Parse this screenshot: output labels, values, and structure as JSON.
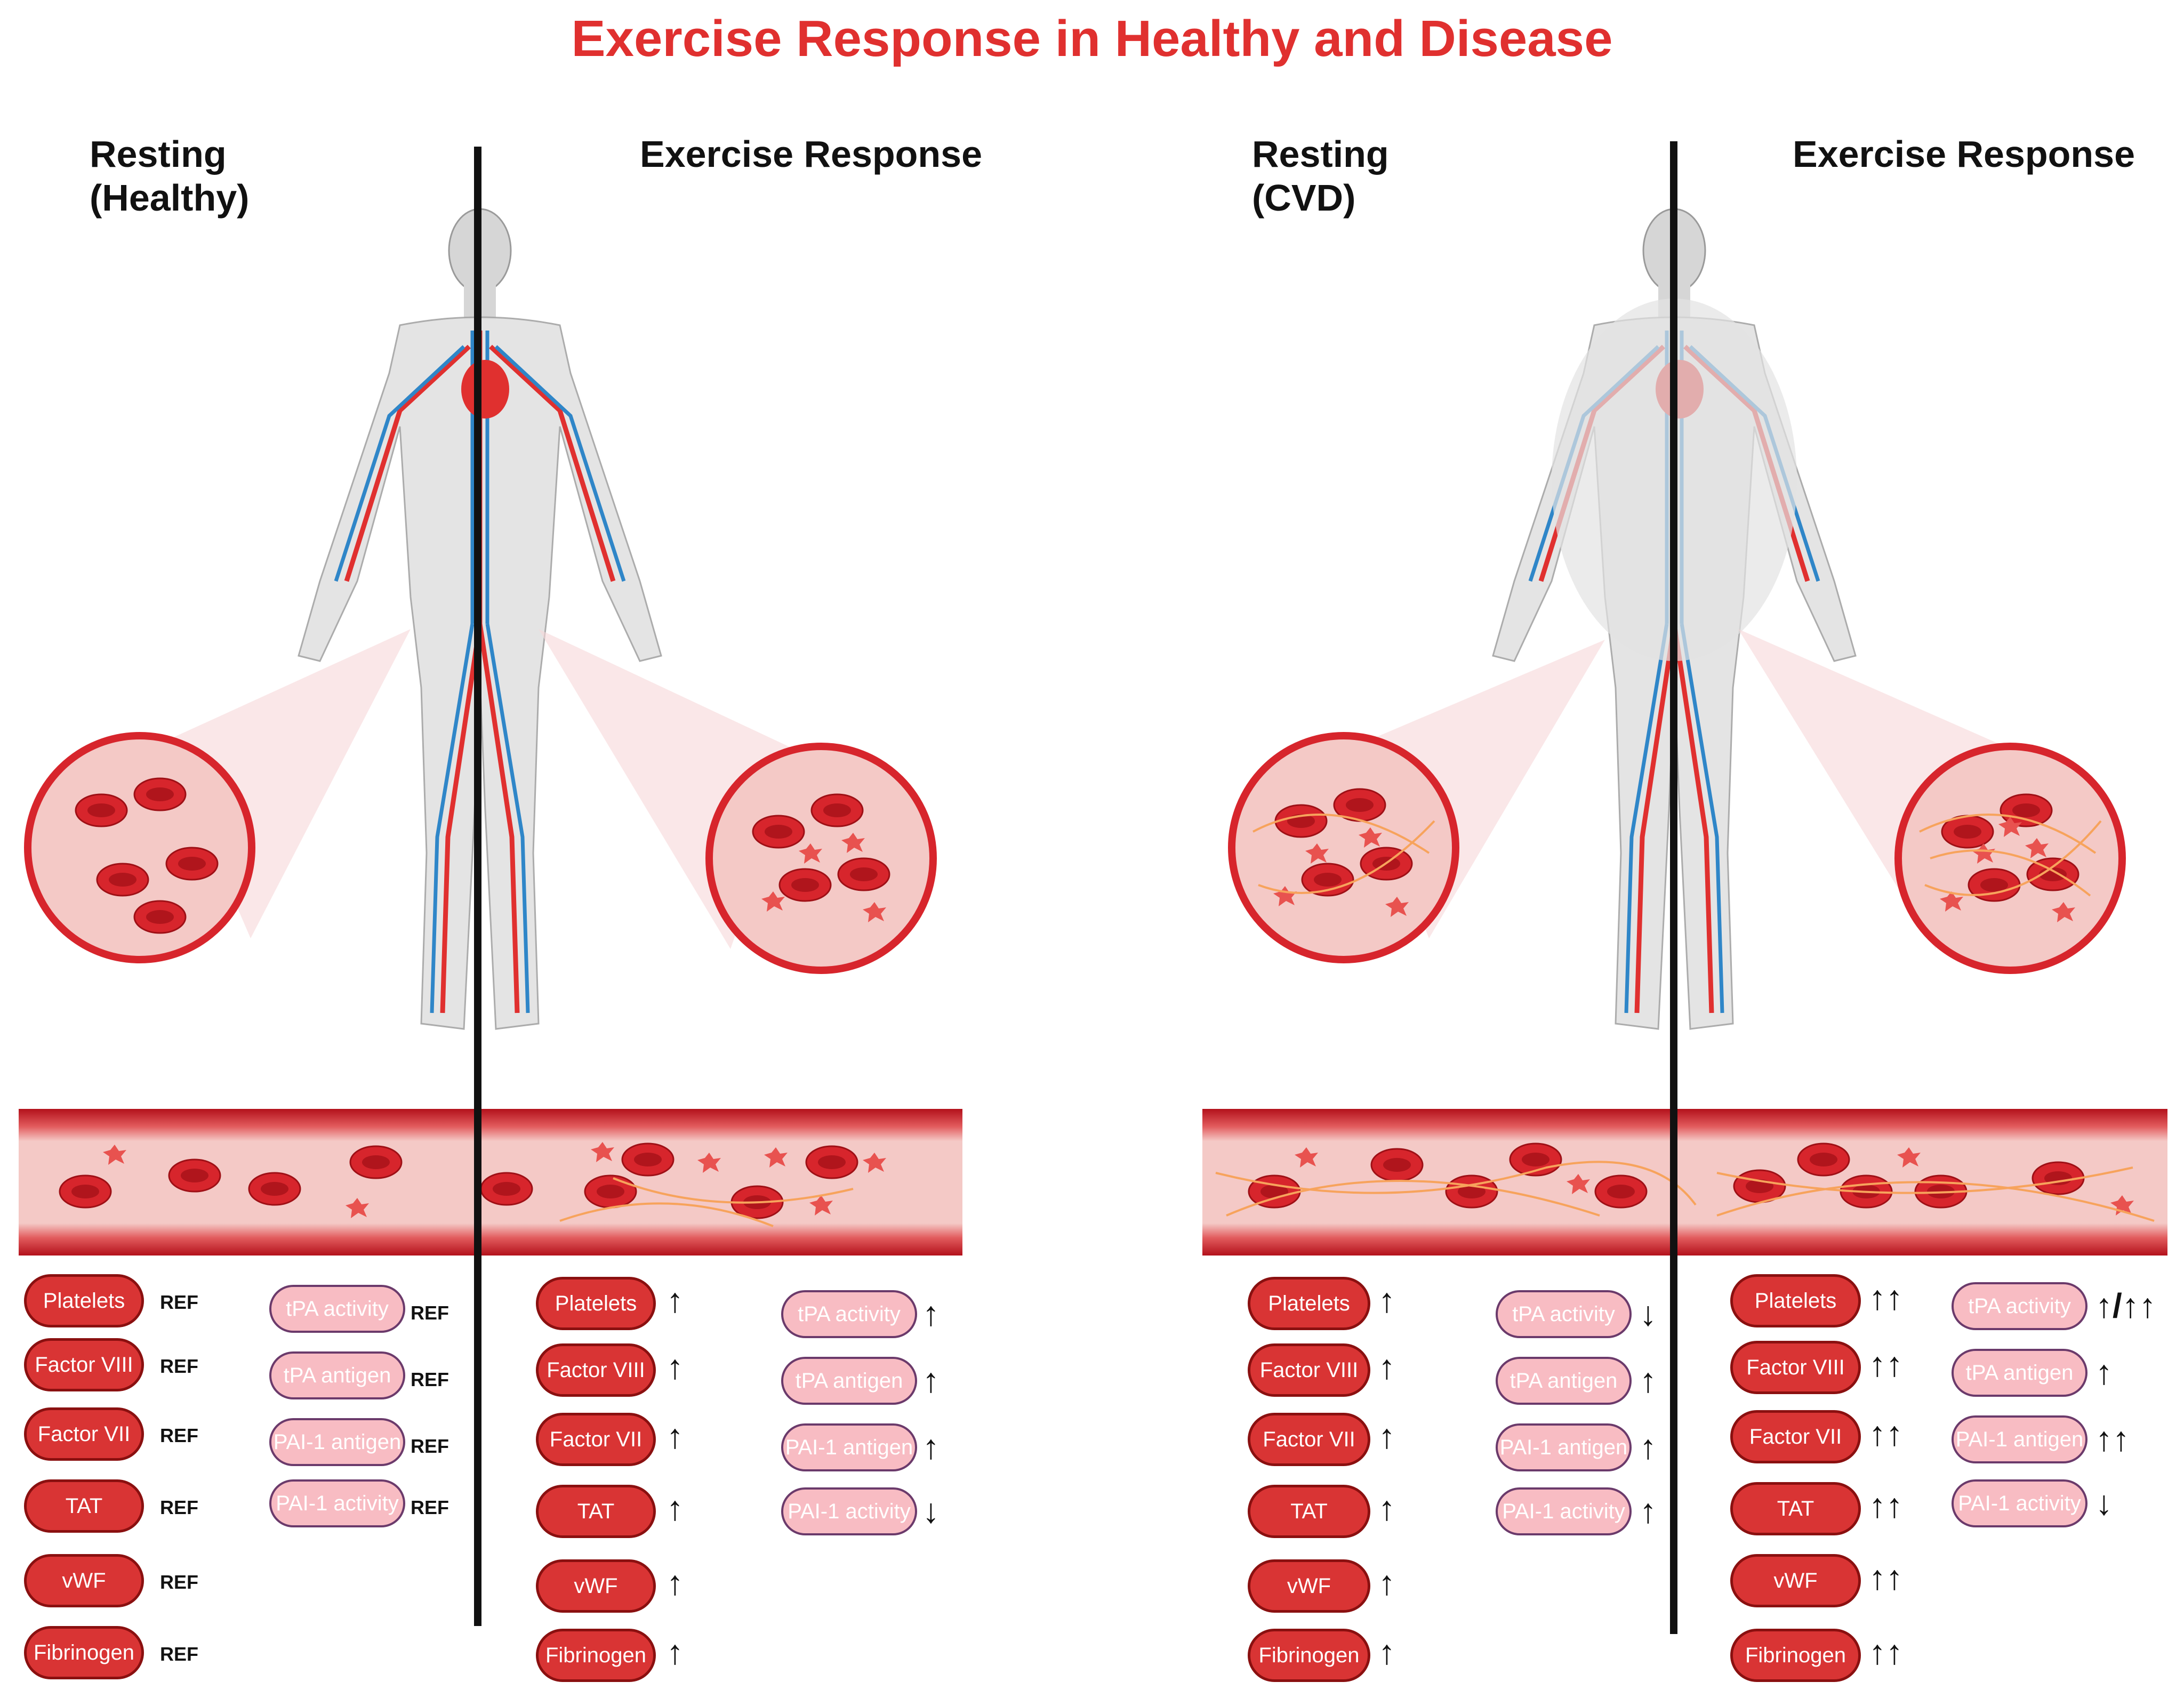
{
  "title": "Exercise Response in Healthy and Disease",
  "headings": {
    "healthy_rest": "Resting\n(Healthy)",
    "healthy_exercise": "Exercise Response",
    "cvd_rest": "Resting\n(CVD)",
    "cvd_exercise": "Exercise Response"
  },
  "colors": {
    "title": "#e0302f",
    "pill_red": "#d93434",
    "pill_pink": "#f8bcc3",
    "vessel": "#b3111b",
    "plasma": "#f4c9c6",
    "fibrin": "#f7a35c"
  },
  "panels": [
    {
      "id": "healthy-rest",
      "factors": [
        {
          "label": "Platelets",
          "change": "REF"
        },
        {
          "label": "Factor VIII",
          "change": "REF"
        },
        {
          "label": "Factor VII",
          "change": "REF"
        },
        {
          "label": "TAT",
          "change": "REF"
        },
        {
          "label": "vWF",
          "change": "REF"
        },
        {
          "label": "Fibrinogen",
          "change": "REF"
        }
      ],
      "fibrinolysis": [
        {
          "label": "tPA activity",
          "change": "REF"
        },
        {
          "label": "tPA antigen",
          "change": "REF"
        },
        {
          "label": "PAI-1 antigen",
          "change": "REF"
        },
        {
          "label": "PAI-1 activity",
          "change": "REF"
        }
      ]
    },
    {
      "id": "healthy-exercise",
      "factors": [
        {
          "label": "Platelets",
          "change": "↑"
        },
        {
          "label": "Factor VIII",
          "change": "↑"
        },
        {
          "label": "Factor VII",
          "change": "↑"
        },
        {
          "label": "TAT",
          "change": "↑"
        },
        {
          "label": "vWF",
          "change": "↑"
        },
        {
          "label": "Fibrinogen",
          "change": "↑"
        }
      ],
      "fibrinolysis": [
        {
          "label": "tPA activity",
          "change": "↑"
        },
        {
          "label": "tPA antigen",
          "change": "↑"
        },
        {
          "label": "PAI-1 antigen",
          "change": "↑"
        },
        {
          "label": "PAI-1 activity",
          "change": "↓"
        }
      ]
    },
    {
      "id": "cvd-rest",
      "factors": [
        {
          "label": "Platelets",
          "change": "↑"
        },
        {
          "label": "Factor VIII",
          "change": "↑"
        },
        {
          "label": "Factor VII",
          "change": "↑"
        },
        {
          "label": "TAT",
          "change": "↑"
        },
        {
          "label": "vWF",
          "change": "↑"
        },
        {
          "label": "Fibrinogen",
          "change": "↑"
        }
      ],
      "fibrinolysis": [
        {
          "label": "tPA activity",
          "change": "↓"
        },
        {
          "label": "tPA antigen",
          "change": "↑"
        },
        {
          "label": "PAI-1 antigen",
          "change": "↑"
        },
        {
          "label": "PAI-1 activity",
          "change": "↑"
        }
      ]
    },
    {
      "id": "cvd-exercise",
      "factors": [
        {
          "label": "Platelets",
          "change": "↑↑"
        },
        {
          "label": "Factor VIII",
          "change": "↑↑"
        },
        {
          "label": "Factor VII",
          "change": "↑↑"
        },
        {
          "label": "TAT",
          "change": "↑↑"
        },
        {
          "label": "vWF",
          "change": "↑↑"
        },
        {
          "label": "Fibrinogen",
          "change": "↑↑"
        }
      ],
      "fibrinolysis": [
        {
          "label": "tPA activity",
          "change": "↑/↑↑"
        },
        {
          "label": "tPA antigen",
          "change": "↑"
        },
        {
          "label": "PAI-1 antigen",
          "change": "↑↑"
        },
        {
          "label": "PAI-1 activity",
          "change": "↓"
        }
      ]
    }
  ]
}
